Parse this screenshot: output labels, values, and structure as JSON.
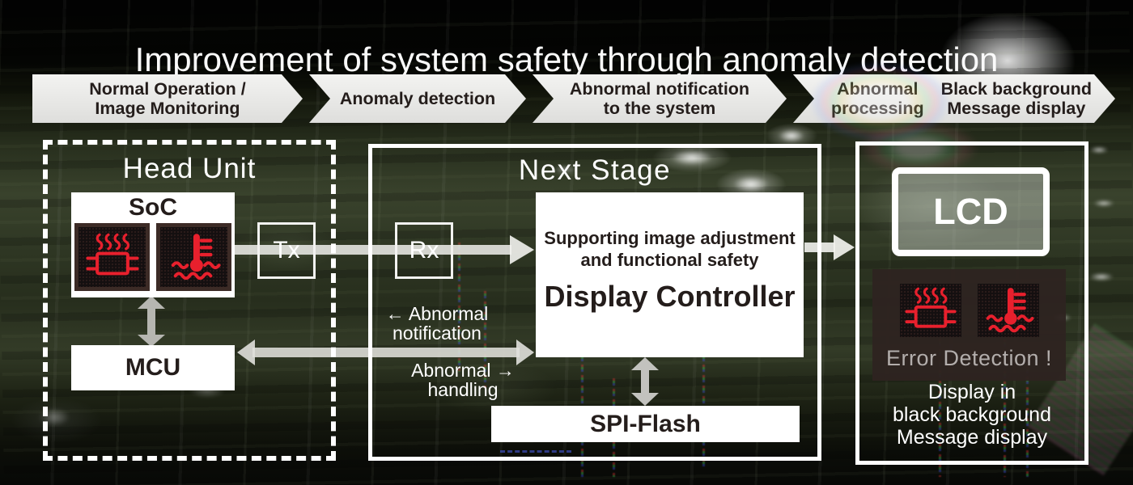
{
  "title": "Improvement of system safety through anomaly detection",
  "flow_steps": [
    {
      "lines": [
        "Normal Operation /",
        "Image Monitoring"
      ]
    },
    {
      "lines": [
        "Anomaly detection"
      ]
    },
    {
      "lines": [
        "Abnormal notification",
        "to the system"
      ]
    },
    {
      "blocks": [
        {
          "lines": [
            "Abnormal",
            "processing"
          ]
        },
        {
          "lines": [
            "Black background",
            "Message display"
          ]
        }
      ]
    }
  ],
  "head_unit": {
    "label": "Head Unit",
    "soc_label": "SoC",
    "mcu_label": "MCU",
    "tx_label": "Tx"
  },
  "next_stage": {
    "label": "Next Stage",
    "rx_label": "Rx",
    "display_controller": {
      "subtitle": [
        "Supporting image adjustment",
        "and functional safety"
      ],
      "name": "Display Controller"
    },
    "spi_flash_label": "SPI-Flash",
    "abnormal_notification": [
      "← Abnormal",
      "notification"
    ],
    "abnormal_handling": [
      "Abnormal →",
      "handling"
    ]
  },
  "lcd_unit": {
    "lcd_label": "LCD",
    "error_label": "Error Detection !",
    "note_lines": [
      "Display in",
      "black background",
      "Message display"
    ]
  },
  "icons": {
    "soc": [
      "overheat-warning-icon",
      "coolant-temperature-warning-icon"
    ],
    "lcd_panel": [
      "overheat-warning-icon",
      "coolant-temperature-warning-icon"
    ]
  },
  "colors": {
    "warning_red": "#e8202d",
    "panel_brown": "#2f2421",
    "tile_black": "#140f10",
    "step_bg": "#e9e9e7",
    "step_text": "#241d1b",
    "arrow_light": "#e6e6e2",
    "arrow_gray": "#b7b7b2",
    "error_text": "#b3aeac"
  }
}
